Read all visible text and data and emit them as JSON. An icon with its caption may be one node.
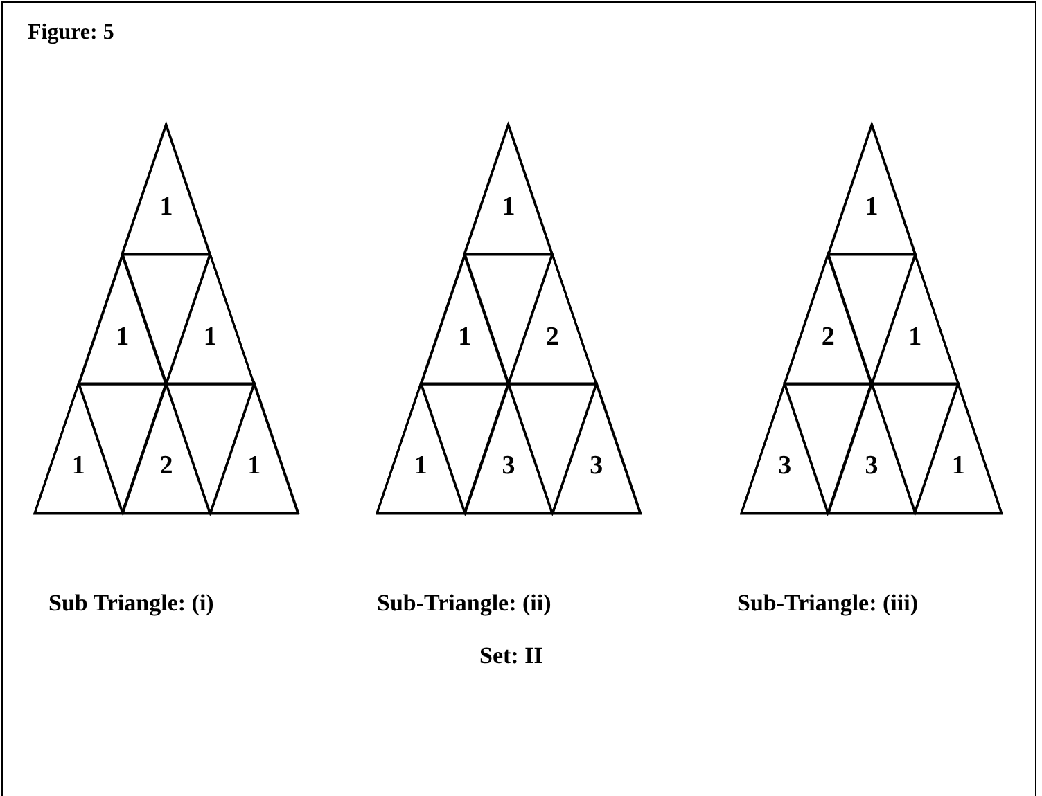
{
  "diagram": {
    "title": "Figure: 5",
    "caption": "Set: II",
    "nodes": [
      {
        "text": [],
        "shape": "triangle",
        "beside": [
          "Sub Triangle: (i)"
        ]
      },
      {
        "text": [
          "1"
        ],
        "in": 0
      },
      {
        "text": [
          "1"
        ],
        "in": 0
      },
      {
        "text": [],
        "shape": "triangle",
        "in": 0
      },
      {
        "text": [
          "1"
        ],
        "in": 0
      },
      {
        "text": [
          "1"
        ],
        "in": 0
      },
      {
        "text": [],
        "shape": "triangle",
        "in": 0
      },
      {
        "text": [
          "2"
        ],
        "in": 0
      },
      {
        "text": [],
        "shape": "triangle",
        "in": 0
      },
      {
        "text": [
          "1"
        ],
        "in": 0
      },
      {
        "text": [],
        "shape": "triangle",
        "beside": [
          "Sub-Triangle: (ii)"
        ]
      },
      {
        "text": [
          "1"
        ],
        "in": 10
      },
      {
        "text": [
          "1"
        ],
        "in": 10
      },
      {
        "text": [],
        "shape": "triangle",
        "in": 10
      },
      {
        "text": [
          "2"
        ],
        "in": 10
      },
      {
        "text": [
          "1"
        ],
        "in": 10
      },
      {
        "text": [],
        "shape": "triangle",
        "in": 10
      },
      {
        "text": [
          "3"
        ],
        "in": 10
      },
      {
        "text": [],
        "shape": "triangle",
        "in": 10
      },
      {
        "text": [
          "3"
        ],
        "in": 10
      },
      {
        "text": [],
        "shape": "triangle",
        "beside": [
          "Sub-Triangle: (iii)"
        ]
      },
      {
        "text": [
          "1"
        ],
        "in": 20
      },
      {
        "text": [
          "2"
        ],
        "in": 20
      },
      {
        "text": [],
        "shape": "triangle",
        "in": 20
      },
      {
        "text": [
          "1"
        ],
        "in": 20
      },
      {
        "text": [
          "3"
        ],
        "in": 20
      },
      {
        "text": [],
        "shape": "triangle",
        "in": 20
      },
      {
        "text": [
          "3"
        ],
        "in": 20
      },
      {
        "text": [],
        "shape": "triangle",
        "in": 20
      },
      {
        "text": [
          "1"
        ],
        "in": 20
      }
    ],
    "edges": []
  }
}
